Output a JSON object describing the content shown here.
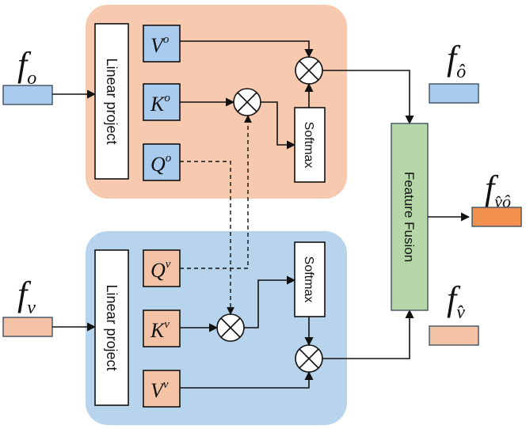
{
  "colors": {
    "orange_panel": "#f7c9ae",
    "blue_panel": "#b8d3ec",
    "blue_cell": "#a9cbee",
    "orange_cell": "#f4c2a4",
    "fusion": "#b6d7a8",
    "output_orange": "#f2914e",
    "line": "#111111",
    "box_stroke": "#4a5a6a"
  },
  "object_branch": {
    "input_feature": {
      "base": "f",
      "sub": "o"
    },
    "linear_project": "Linear project",
    "v": {
      "base": "V",
      "sup": "o"
    },
    "k": {
      "base": "K",
      "sup": "o"
    },
    "q": {
      "base": "Q",
      "sup": "o"
    },
    "softmax": "Softmax",
    "output_feature": {
      "base": "f",
      "sub": "ô"
    }
  },
  "visual_branch": {
    "input_feature": {
      "base": "f",
      "sub": "v"
    },
    "linear_project": "Linear project",
    "q": {
      "base": "Q",
      "sup": "v"
    },
    "k": {
      "base": "K",
      "sup": "v"
    },
    "v": {
      "base": "V",
      "sup": "v"
    },
    "softmax": "Softmax",
    "output_feature": {
      "base": "f",
      "sub": "v̂"
    }
  },
  "fusion": {
    "label": "Feature Fusion",
    "output_feature": {
      "base": "f",
      "sub": "v̂ô"
    }
  },
  "icons": {
    "multiply": "circled-times-icon",
    "arrow": "arrow-head-icon"
  }
}
